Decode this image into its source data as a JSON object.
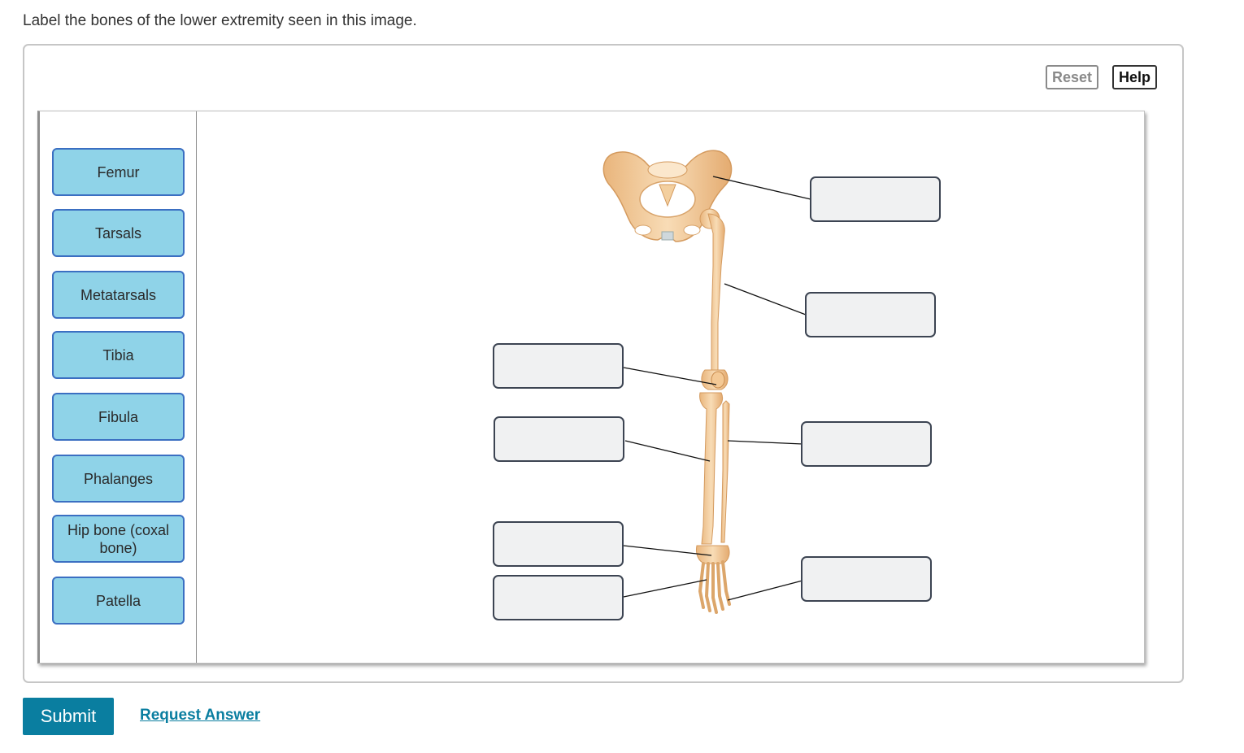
{
  "question": "Label the bones of the lower extremity seen in this image.",
  "toolbar": {
    "reset_label": "Reset",
    "help_label": "Help"
  },
  "label_bank": [
    "Femur",
    "Tarsals",
    "Metatarsals",
    "Tibia",
    "Fibula",
    "Phalanges",
    "Hip bone (coxal bone)",
    "Patella"
  ],
  "drop_targets": [
    "",
    "",
    "",
    "",
    "",
    "",
    "",
    ""
  ],
  "actions": {
    "submit_label": "Submit",
    "request_answer_label": "Request Answer"
  },
  "colors": {
    "chip_fill": "#8fd3e8",
    "chip_border": "#3b6fc2",
    "drop_fill": "#f0f1f2",
    "submit_fill": "#0a7ea0",
    "bone_fill": "#f2cfa2"
  }
}
